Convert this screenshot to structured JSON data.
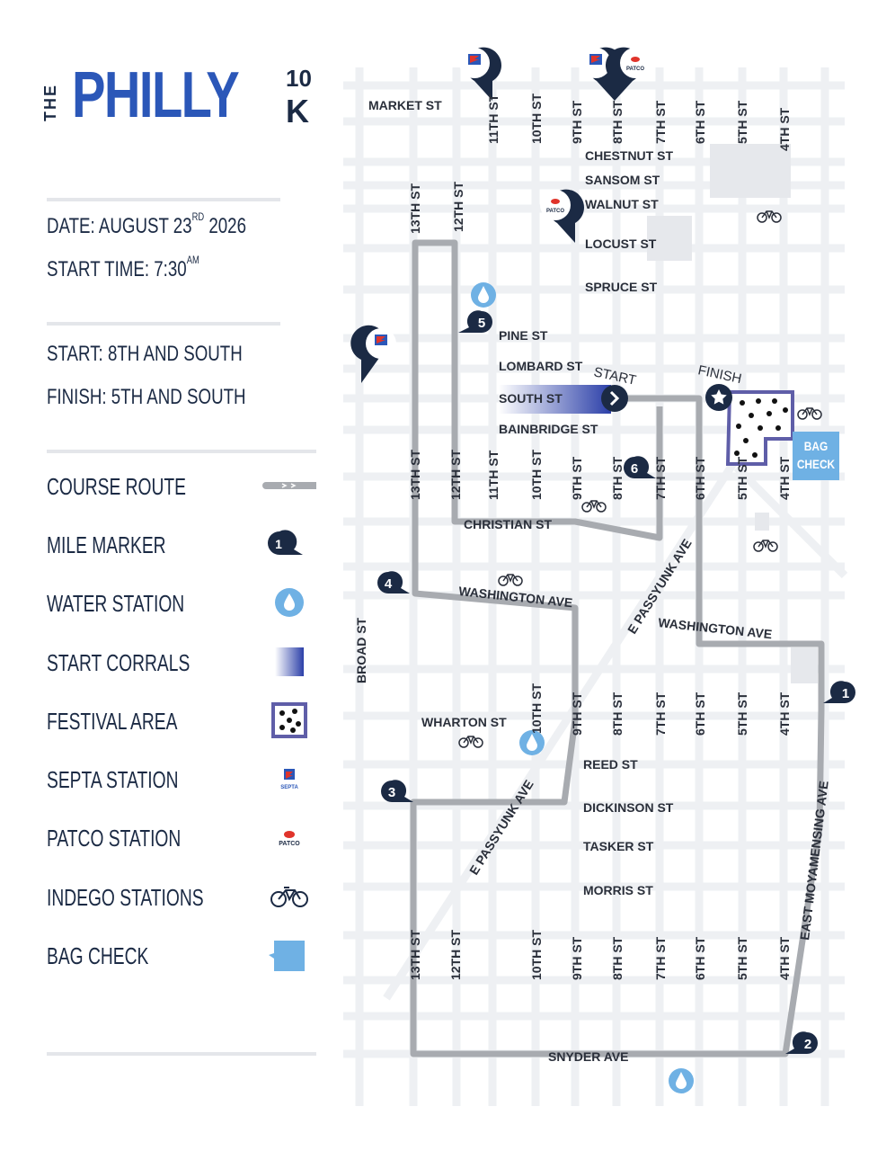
{
  "logo": {
    "the": "THE",
    "philly": "PHILLY",
    "ten": "10",
    "k": "K"
  },
  "event": {
    "date_prefix": "DATE: AUGUST 23",
    "date_suffix_sup": "RD",
    "date_year": " 2026",
    "start_time_prefix": "START TIME: 7:30",
    "start_time_sup": "AM",
    "start": "START: 8TH AND SOUTH",
    "finish": "FINISH: 5TH AND SOUTH"
  },
  "legend": {
    "course_route": "COURSE ROUTE",
    "mile_marker": "MILE MARKER",
    "mile_marker_sample": "1",
    "water_station": "WATER STATION",
    "start_corrals": "START CORRALS",
    "festival_area": "FESTIVAL AREA",
    "septa_station": "SEPTA STATION",
    "patco_station": "PATCO STATION",
    "indego_stations": "INDEGO STATIONS",
    "bag_check": "BAG CHECK"
  },
  "icons": {
    "septa_text": "SEPTA",
    "patco_text": "PATCO"
  },
  "map": {
    "start_label": "START",
    "finish_label": "FINISH",
    "bag_check_line1": "BAG",
    "bag_check_line2": "CHECK",
    "horizontal_streets": {
      "market": "MARKET ST",
      "chestnut": "CHESTNUT ST",
      "sansom": "SANSOM ST",
      "walnut": "WALNUT ST",
      "locust": "LOCUST ST",
      "spruce": "SPRUCE ST",
      "pine": "PINE ST",
      "lombard": "LOMBARD ST",
      "south": "SOUTH ST",
      "bainbridge": "BAINBRIDGE ST",
      "christian": "CHRISTIAN ST",
      "washington_w": "WASHINGTON AVE",
      "washington_e": "WASHINGTON AVE",
      "wharton": "WHARTON ST",
      "reed": "REED ST",
      "dickinson": "DICKINSON ST",
      "tasker": "TASKER ST",
      "morris": "MORRIS ST",
      "snyder": "SNYDER AVE"
    },
    "diagonal_streets": {
      "e_passyunk_north": "E PASSYUNK AVE",
      "e_passyunk_south": "E PASSYUNK AVE",
      "east_moyamensing": "EAST MOYAMENSING AVE",
      "broad": "BROAD ST"
    },
    "vertical_streets_top": [
      "11TH ST",
      "10TH ST",
      "9TH ST",
      "8TH ST",
      "7TH ST",
      "6TH ST",
      "5TH ST",
      "4TH ST"
    ],
    "vertical_streets_upper_mid": [
      "13TH ST",
      "12TH ST"
    ],
    "vertical_streets_mid": [
      "13TH ST",
      "12TH ST",
      "11TH ST",
      "10TH ST",
      "9TH ST",
      "8TH ST",
      "7TH ST",
      "6TH ST",
      "5TH ST",
      "4TH ST"
    ],
    "vertical_streets_lower": [
      "10TH ST",
      "9TH ST",
      "8TH ST",
      "7TH ST",
      "6TH ST",
      "5TH ST",
      "4TH ST"
    ],
    "vertical_streets_bottom": [
      "13TH ST",
      "12TH ST",
      "10TH ST",
      "9TH ST",
      "8TH ST",
      "7TH ST",
      "6TH ST",
      "5TH ST",
      "4TH ST"
    ],
    "mile_markers": [
      "1",
      "2",
      "3",
      "4",
      "5",
      "6"
    ]
  },
  "colors": {
    "brand_blue": "#2b57b8",
    "navy": "#1b2a44",
    "route_gray": "#a8abb0",
    "street_gray": "#eef0f3",
    "water_blue": "#6fb1e4",
    "festival_purple": "#5f5ea8"
  }
}
